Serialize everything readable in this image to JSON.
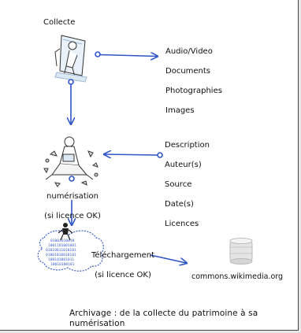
{
  "diagram": {
    "title": "Collecte",
    "media_list": [
      "Audio/Video",
      "Documents",
      "Photographies",
      "Images"
    ],
    "metadata_list": [
      "Description",
      "Auteur(s)",
      "Source",
      "Date(s)",
      "Licences"
    ],
    "digitization_label": [
      "numérisation",
      "(si licence OK)"
    ],
    "upload_label": [
      "Téléchargement",
      "(si licence OK)"
    ],
    "destination_label": "commons.wikimedia.org",
    "caption": "Archivage  : de la collecte du patrimoine à sa numérisation",
    "binary_text": [
      "01001010010",
      "1001101001001",
      "01010011010101",
      "01001010010101",
      "100101001011",
      "10010100101"
    ],
    "colors": {
      "arrow": "#2f55c8",
      "text": "#111111",
      "background": "#ffffff"
    },
    "icons": [
      "person-carrying-frame-icon",
      "person-with-laptop-icon",
      "binary-cloud-icon",
      "database-server-icon"
    ]
  }
}
